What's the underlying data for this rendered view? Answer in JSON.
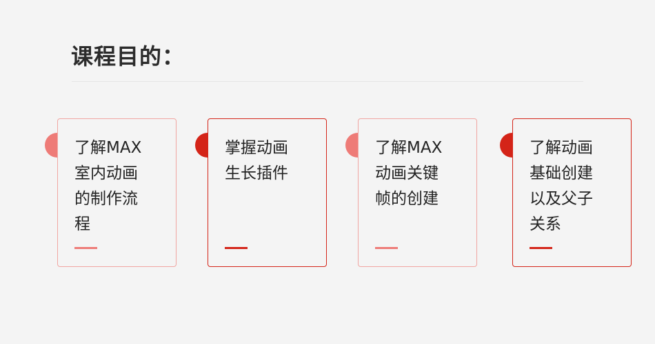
{
  "heading": {
    "title": "课程目的："
  },
  "cards": [
    {
      "text": "了解MAX\n室内动画\n的制作流\n程",
      "style": "light"
    },
    {
      "text": "掌握动画\n生长插件",
      "style": "dark"
    },
    {
      "text": "了解MAX\n动画关键\n帧的创建",
      "style": "light"
    },
    {
      "text": "了解动画\n基础创建\n以及父子\n关系",
      "style": "dark"
    }
  ],
  "colors": {
    "background": "#f4f4f4",
    "accent_light": "#ee7b77",
    "border_light": "#f1a5a1",
    "accent_dark": "#d42418",
    "title_text": "#2b2b2b",
    "card_text": "#222222"
  }
}
